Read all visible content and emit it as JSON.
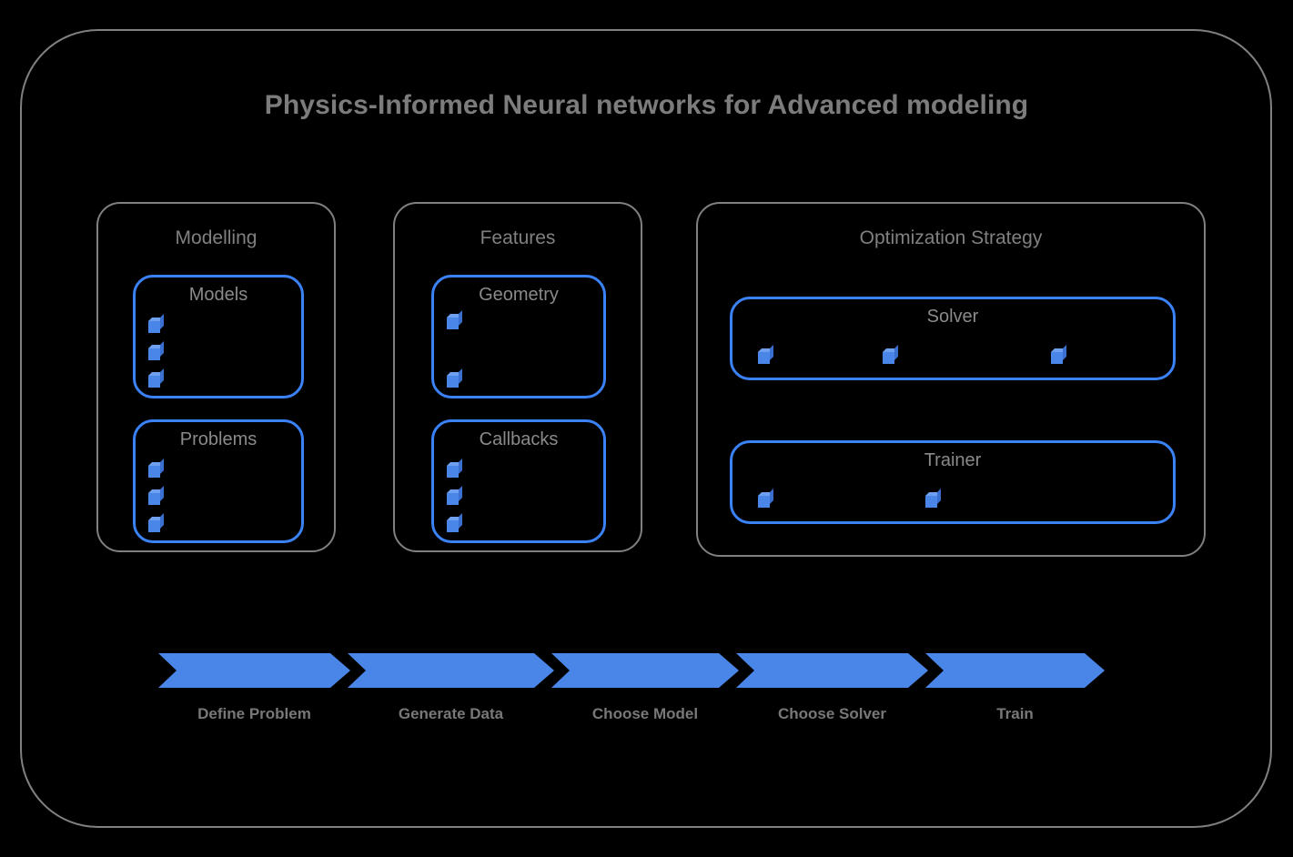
{
  "diagram": {
    "title": "Physics-Informed Neural networks for Advanced modeling",
    "background_color": "#000000",
    "frame_border_color": "#808080",
    "accent_color": "#3b82f6",
    "cube_color": "#4a86e8",
    "text_color": "#808080"
  },
  "groups": [
    {
      "title": "Modelling",
      "boxes": [
        {
          "title": "Models",
          "marker_count": 3,
          "marker_layout": "vertical"
        },
        {
          "title": "Problems",
          "marker_count": 3,
          "marker_layout": "vertical"
        }
      ]
    },
    {
      "title": "Features",
      "boxes": [
        {
          "title": "Geometry",
          "marker_count": 2,
          "marker_layout": "vertical"
        },
        {
          "title": "Callbacks",
          "marker_count": 3,
          "marker_layout": "vertical"
        }
      ]
    },
    {
      "title": "Optimization Strategy",
      "boxes": [
        {
          "title": "Solver",
          "marker_count": 3,
          "marker_layout": "horizontal"
        },
        {
          "title": "Trainer",
          "marker_count": 2,
          "marker_layout": "horizontal"
        }
      ]
    }
  ],
  "pipeline": {
    "steps": [
      {
        "label": "Define Problem"
      },
      {
        "label": "Generate Data"
      },
      {
        "label": "Choose Model"
      },
      {
        "label": "Choose Solver"
      },
      {
        "label": "Train"
      }
    ],
    "arrow_color": "#4a86e8",
    "label_color": "#787878"
  }
}
